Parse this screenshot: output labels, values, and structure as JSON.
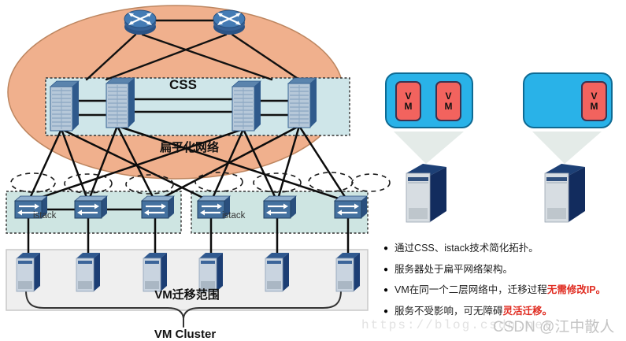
{
  "colors": {
    "network_cloud": "#f0b08d",
    "css_box_fill": "#cfe6e9",
    "istack_box_fill": "#cee5e2",
    "server_zone_fill": "#efefef",
    "host_box_fill": "#29b2e8",
    "vm_chip_fill": "#f2635e",
    "highlight_text": "#e02b20"
  },
  "icons": {
    "bullet": "●"
  },
  "diagram": {
    "css_label": "CSS",
    "flat_network_label": "扁平化网络",
    "istack_left_label": "istack",
    "istack_right_label": "istack",
    "vm_migration_label": "VM迁移范围",
    "vm_cluster_label": "VM Cluster"
  },
  "hosts": {
    "host1_vm1": "VM",
    "host1_vm2": "VM",
    "host2_vm1": "VM"
  },
  "bullets": [
    {
      "text": "通过CSS、istack技术简化拓扑。",
      "highlight": ""
    },
    {
      "text": "服务器处于扁平网络架构。",
      "highlight": ""
    },
    {
      "text": "VM在同一个二层网络中，迁移过程",
      "highlight": "无需修改IP。"
    },
    {
      "text": "服务不受影响，可无障碍",
      "highlight": "灵活迁移。"
    }
  ],
  "watermark": {
    "url": "https://blog.csdn.net",
    "author": "CSDN @江中散人"
  }
}
